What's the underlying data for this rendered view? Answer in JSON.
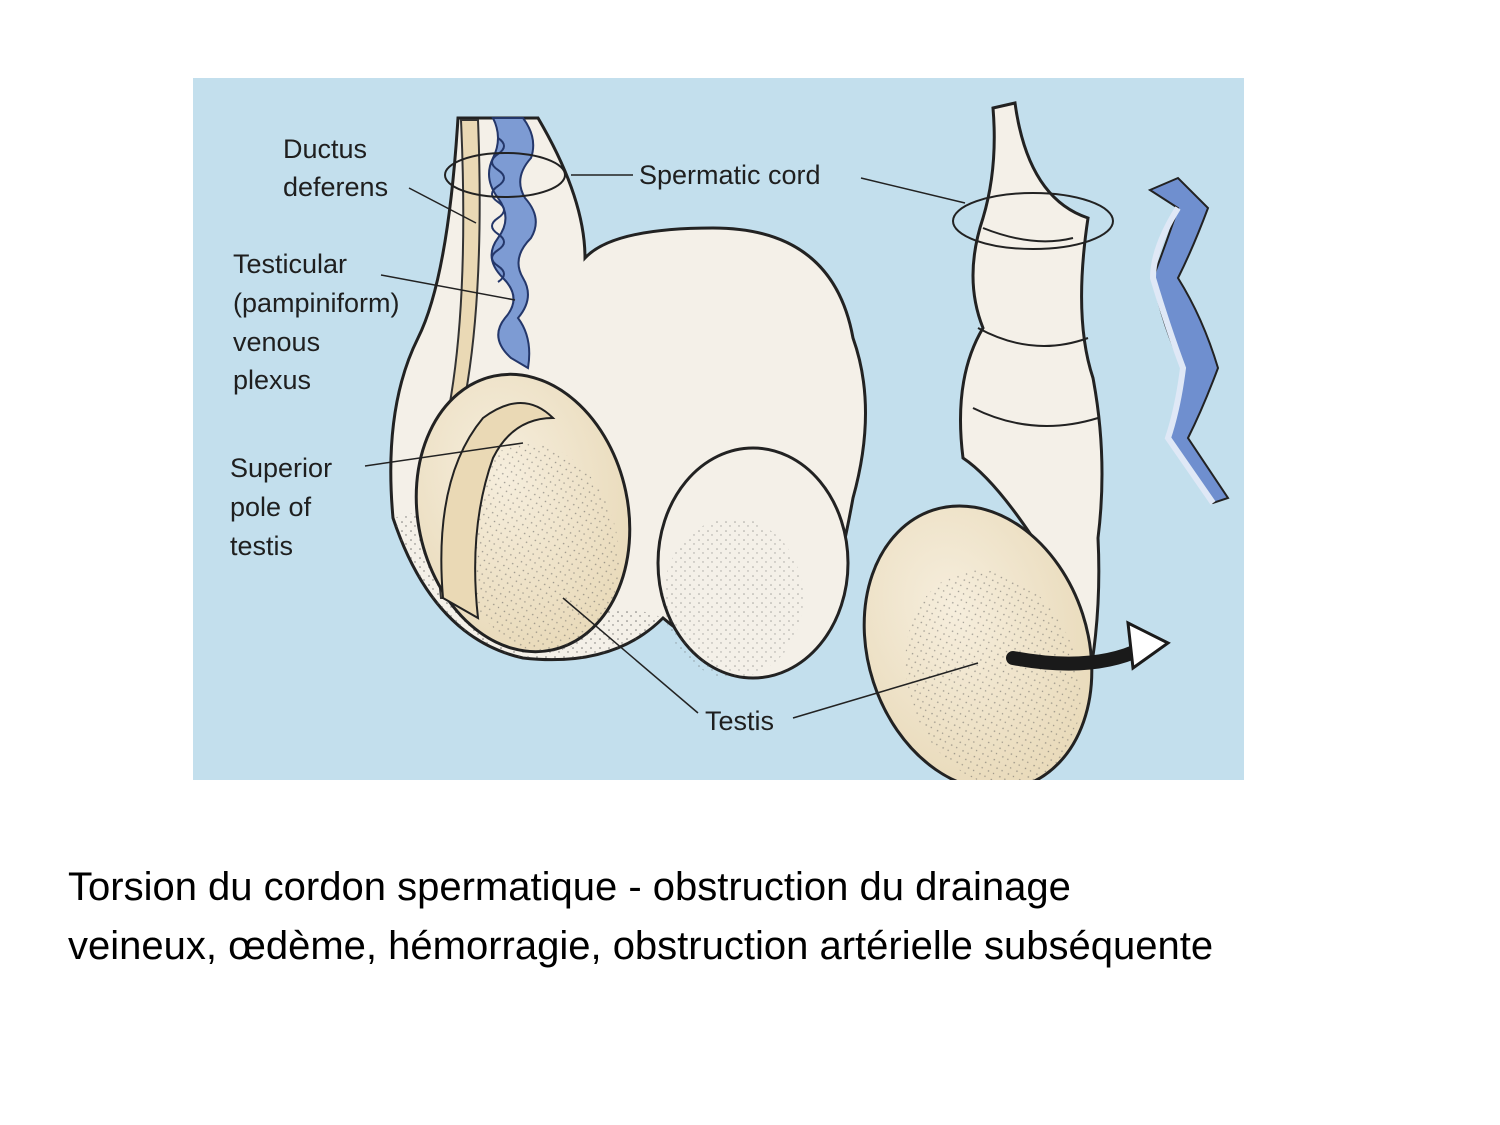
{
  "figure": {
    "labels": {
      "ductus_line1": "Ductus",
      "ductus_line2": "deferens",
      "spermatic_cord": "Spermatic cord",
      "testicular_line1": "Testicular",
      "testicular_line2": "(pampiniform)",
      "testicular_line3": "venous",
      "testicular_line4": "plexus",
      "superior_line1": "Superior",
      "superior_line2": "pole of",
      "superior_line3": "testis",
      "testis": "Testis"
    },
    "colors": {
      "background": "#c3dfed",
      "tissue": "#f4f0e8",
      "testis": "#efe4cc",
      "vein": "#7d9bd3",
      "outline": "#222222"
    }
  },
  "caption": {
    "line1": "Torsion du cordon spermatique - obstruction du drainage",
    "line2": "veineux, œdème, hémorragie, obstruction artérielle subséquente"
  }
}
